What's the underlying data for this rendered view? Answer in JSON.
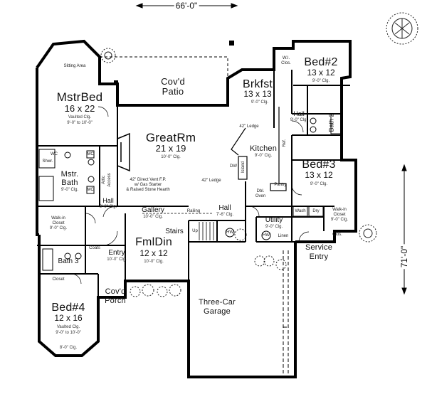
{
  "overall_width": "66'-0\"",
  "overall_depth": "71'-0\"",
  "rooms": {
    "mstr_bed": {
      "name": "MstrBed",
      "dims": "16 x 22",
      "ceiling": "Vaulted Clg.",
      "ceiling2": "9'-0\" to 10'-0\"",
      "sitting": "Sitting Area"
    },
    "covd_patio": {
      "name": "Cov'd",
      "name2": "Patio"
    },
    "brkfst": {
      "name": "Brkfst",
      "dims": "13 x 13",
      "ceiling": "9'-0\" Clg."
    },
    "bed2": {
      "name": "Bed#2",
      "dims": "13 x 12",
      "ceiling": "9'-0\" Clg."
    },
    "hall_upper": {
      "name": "Hall",
      "ceiling": "9'-0\" Clg."
    },
    "bath2": {
      "name": "Bath 2"
    },
    "wi_clos_top": {
      "name": "W.I.",
      "name2": "Clos."
    },
    "great_rm": {
      "name": "GreatRm",
      "dims": "21 x 19",
      "ceiling": "10'-0\" Clg."
    },
    "ledge_42a": "42\" Ledge",
    "ledge_42b": "42\" Ledge",
    "fireplace_note1": "42\" Direct Vent F.P.",
    "fireplace_note2": "w/ Gas Starter",
    "fireplace_note3": "& Raised Stone Hearth",
    "kitchen": {
      "name": "Kitchen",
      "ceiling": "9'-0\" Clg."
    },
    "island": "Island",
    "pantry": "Pantry",
    "dbl_oven": {
      "l1": "Dbl.",
      "l2": "Oven"
    },
    "dw": "DW",
    "ref": "Ref.",
    "bed3": {
      "name": "Bed#3",
      "dims": "13 x 12",
      "ceiling": "9'-0\" Clg."
    },
    "mstr_bath": {
      "name": "Mstr.",
      "name2": "Bath",
      "ceiling": "9'-0\" Clg."
    },
    "shwr": "Shwr.",
    "wc": "WC",
    "attic_access": {
      "l1": "Attic",
      "l2": "Access"
    },
    "hall_left": {
      "name": "Hall",
      "ceiling": "9'-0\" Clg."
    },
    "gallery": {
      "name": "Gallery",
      "ceiling": "10'-0\" Clg."
    },
    "railing": "Railing",
    "hall_mid": {
      "name": "Hall",
      "ceiling": "7'-6\" Clg."
    },
    "utility": {
      "name": "Utility",
      "ceiling": "9'-0\" Clg."
    },
    "wash": "Wash",
    "dry": "Dry",
    "linen": "Linen",
    "wi_closet_right": {
      "name": "Walk-in",
      "name2": "Closet",
      "ceiling": "9'-0\" Clg."
    },
    "walkin_left": {
      "name": "Walk-in",
      "name2": "Closet",
      "ceiling": "9'-0\" Clg."
    },
    "stairs": "Stairs",
    "up": "Up",
    "hw": "HW",
    "fml_din": {
      "name": "FmlDin",
      "dims": "12 x 12",
      "ceiling": "10'-0\" Clg."
    },
    "coats": "Coats",
    "entry": {
      "name": "Entry",
      "ceiling": "10'-0\" Clg."
    },
    "bath3": {
      "name": "Bath 3"
    },
    "bed4": {
      "name": "Bed#4",
      "dims": "12 x 16",
      "ceiling": "Vaulted Clg.",
      "ceiling2": "9'-0\" to 10'-0\"",
      "closet": "Closet",
      "bay": "8'-0\" Clg."
    },
    "covd_porch": {
      "name": "Cov'd",
      "name2": "Porch"
    },
    "garage": {
      "name": "Three-Car",
      "name2": "Garage"
    },
    "service_entry": {
      "name": "Service",
      "name2": "Entry"
    },
    "clos": "Clos.",
    "mc": "MC"
  }
}
